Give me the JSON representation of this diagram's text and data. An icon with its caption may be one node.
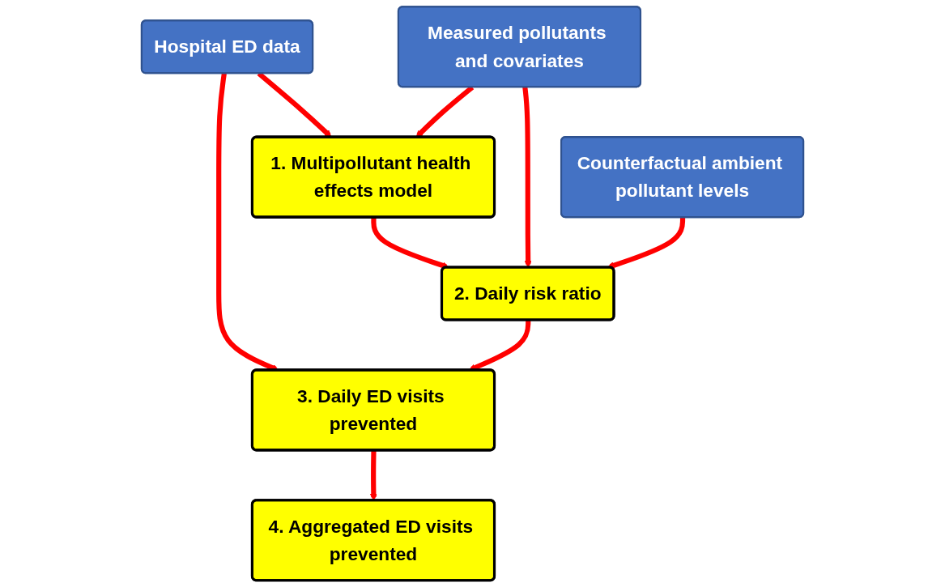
{
  "diagram": {
    "nodes": [
      {
        "text": [
          "Hospital ED data"
        ]
      },
      {
        "text": [
          "1. Multipollutant health effects model"
        ]
      },
      {
        "text": [
          "Measured pollutants and covariates"
        ]
      },
      {
        "text": [
          "2. Daily risk ratio"
        ]
      },
      {
        "text": [
          "Counterfactual ambient pollutant levels"
        ]
      },
      {
        "text": [
          "3. Daily ED visits prevented"
        ]
      },
      {
        "text": [
          "4. Aggregated ED visits prevented"
        ]
      }
    ],
    "edges": [
      {
        "from": 0,
        "to": 1,
        "arrow": "to"
      },
      {
        "from": 2,
        "to": 1,
        "arrow": "to"
      },
      {
        "from": 1,
        "to": 3,
        "arrow": "to"
      },
      {
        "from": 2,
        "to": 3,
        "arrow": "to"
      },
      {
        "from": 4,
        "to": 3,
        "arrow": "to"
      },
      {
        "from": 0,
        "to": 5,
        "arrow": "to"
      },
      {
        "from": 3,
        "to": 5,
        "arrow": "to"
      },
      {
        "from": 5,
        "to": 6,
        "arrow": "to"
      }
    ]
  }
}
